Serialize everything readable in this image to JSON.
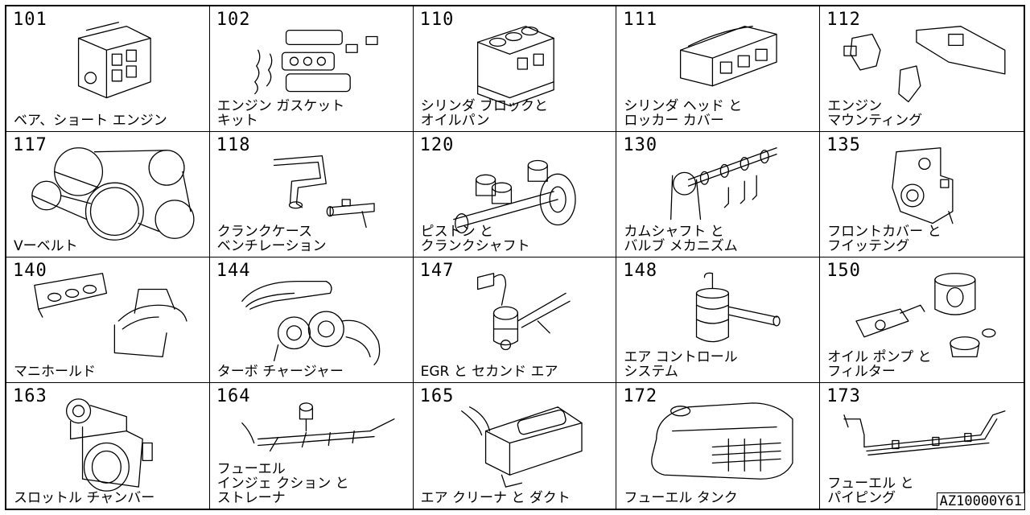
{
  "catalog_code": "AZ10000Y61",
  "cells": [
    {
      "code": "101",
      "lines": [
        "ベア、ショート エンジン"
      ],
      "icon": "engine-block-icon"
    },
    {
      "code": "102",
      "lines": [
        "エンジン ガスケット",
        "キット"
      ],
      "icon": "gasket-kit-icon"
    },
    {
      "code": "110",
      "lines": [
        "シリンダ ブロックと",
        "オイルパン"
      ],
      "icon": "cylinder-block-icon"
    },
    {
      "code": "111",
      "lines": [
        "シリンダ ヘッド と",
        "ロッカー カバー"
      ],
      "icon": "cylinder-head-icon"
    },
    {
      "code": "112",
      "lines": [
        "エンジン",
        "マウンティング"
      ],
      "icon": "engine-mount-icon"
    },
    {
      "code": "117",
      "lines": [
        "Vーベルト"
      ],
      "icon": "v-belt-icon"
    },
    {
      "code": "118",
      "lines": [
        "クランクケース",
        "ベンチレーション"
      ],
      "icon": "crankcase-ventilation-icon"
    },
    {
      "code": "120",
      "lines": [
        "ピストン と",
        "クランクシャフト"
      ],
      "icon": "piston-crankshaft-icon"
    },
    {
      "code": "130",
      "lines": [
        "カムシャフト と",
        "バルブ メカニズム"
      ],
      "icon": "camshaft-valve-icon"
    },
    {
      "code": "135",
      "lines": [
        "フロントカバー と",
        "フイッテング"
      ],
      "icon": "front-cover-icon"
    },
    {
      "code": "140",
      "lines": [
        "マニホールド"
      ],
      "icon": "manifold-icon"
    },
    {
      "code": "144",
      "lines": [
        "ターボ チャージャー"
      ],
      "icon": "turbocharger-icon"
    },
    {
      "code": "147",
      "lines": [
        "EGR と セカンド エア"
      ],
      "icon": "egr-valve-icon"
    },
    {
      "code": "148",
      "lines": [
        "エア コントロール",
        "システム"
      ],
      "icon": "air-control-icon"
    },
    {
      "code": "150",
      "lines": [
        "オイル ポンプ と",
        "フィルター"
      ],
      "icon": "oil-pump-filter-icon"
    },
    {
      "code": "163",
      "lines": [
        "スロットル チャンバー"
      ],
      "icon": "throttle-chamber-icon"
    },
    {
      "code": "164",
      "lines": [
        "フューエル",
        "インジェ クション と",
        "ストレーナ"
      ],
      "icon": "fuel-injection-icon"
    },
    {
      "code": "165",
      "lines": [
        "エア クリーナ と ダクト"
      ],
      "icon": "air-cleaner-icon"
    },
    {
      "code": "172",
      "lines": [
        "フューエル タンク"
      ],
      "icon": "fuel-tank-icon"
    },
    {
      "code": "173",
      "lines": [
        "フューエル と",
        "パイピング"
      ],
      "icon": "fuel-piping-icon"
    }
  ]
}
